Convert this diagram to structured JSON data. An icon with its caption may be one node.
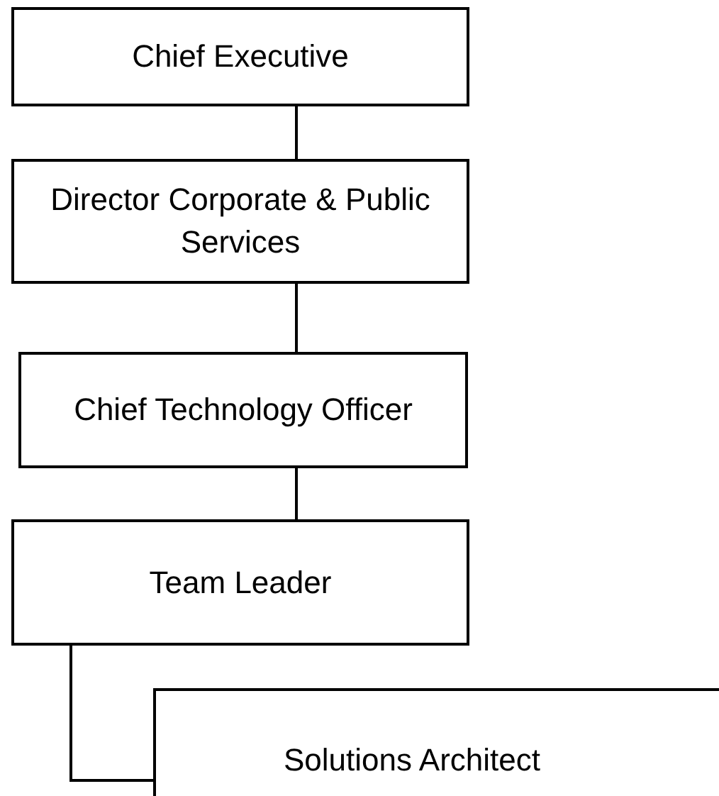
{
  "diagram": {
    "nodes": [
      {
        "text": [
          "Chief Executive"
        ]
      },
      {
        "text": [
          "Director Corporate & Public Services"
        ]
      },
      {
        "text": [
          "Chief Technology Officer"
        ]
      },
      {
        "text": [
          "Team Leader"
        ]
      },
      {
        "text": [
          "Solutions Architect"
        ]
      }
    ],
    "edges": [
      {
        "from": 0,
        "to": 1,
        "arrow": "none"
      },
      {
        "from": 1,
        "to": 2,
        "arrow": "none"
      },
      {
        "from": 2,
        "to": 3,
        "arrow": "none"
      },
      {
        "from": 3,
        "to": 4,
        "arrow": "none"
      }
    ]
  }
}
